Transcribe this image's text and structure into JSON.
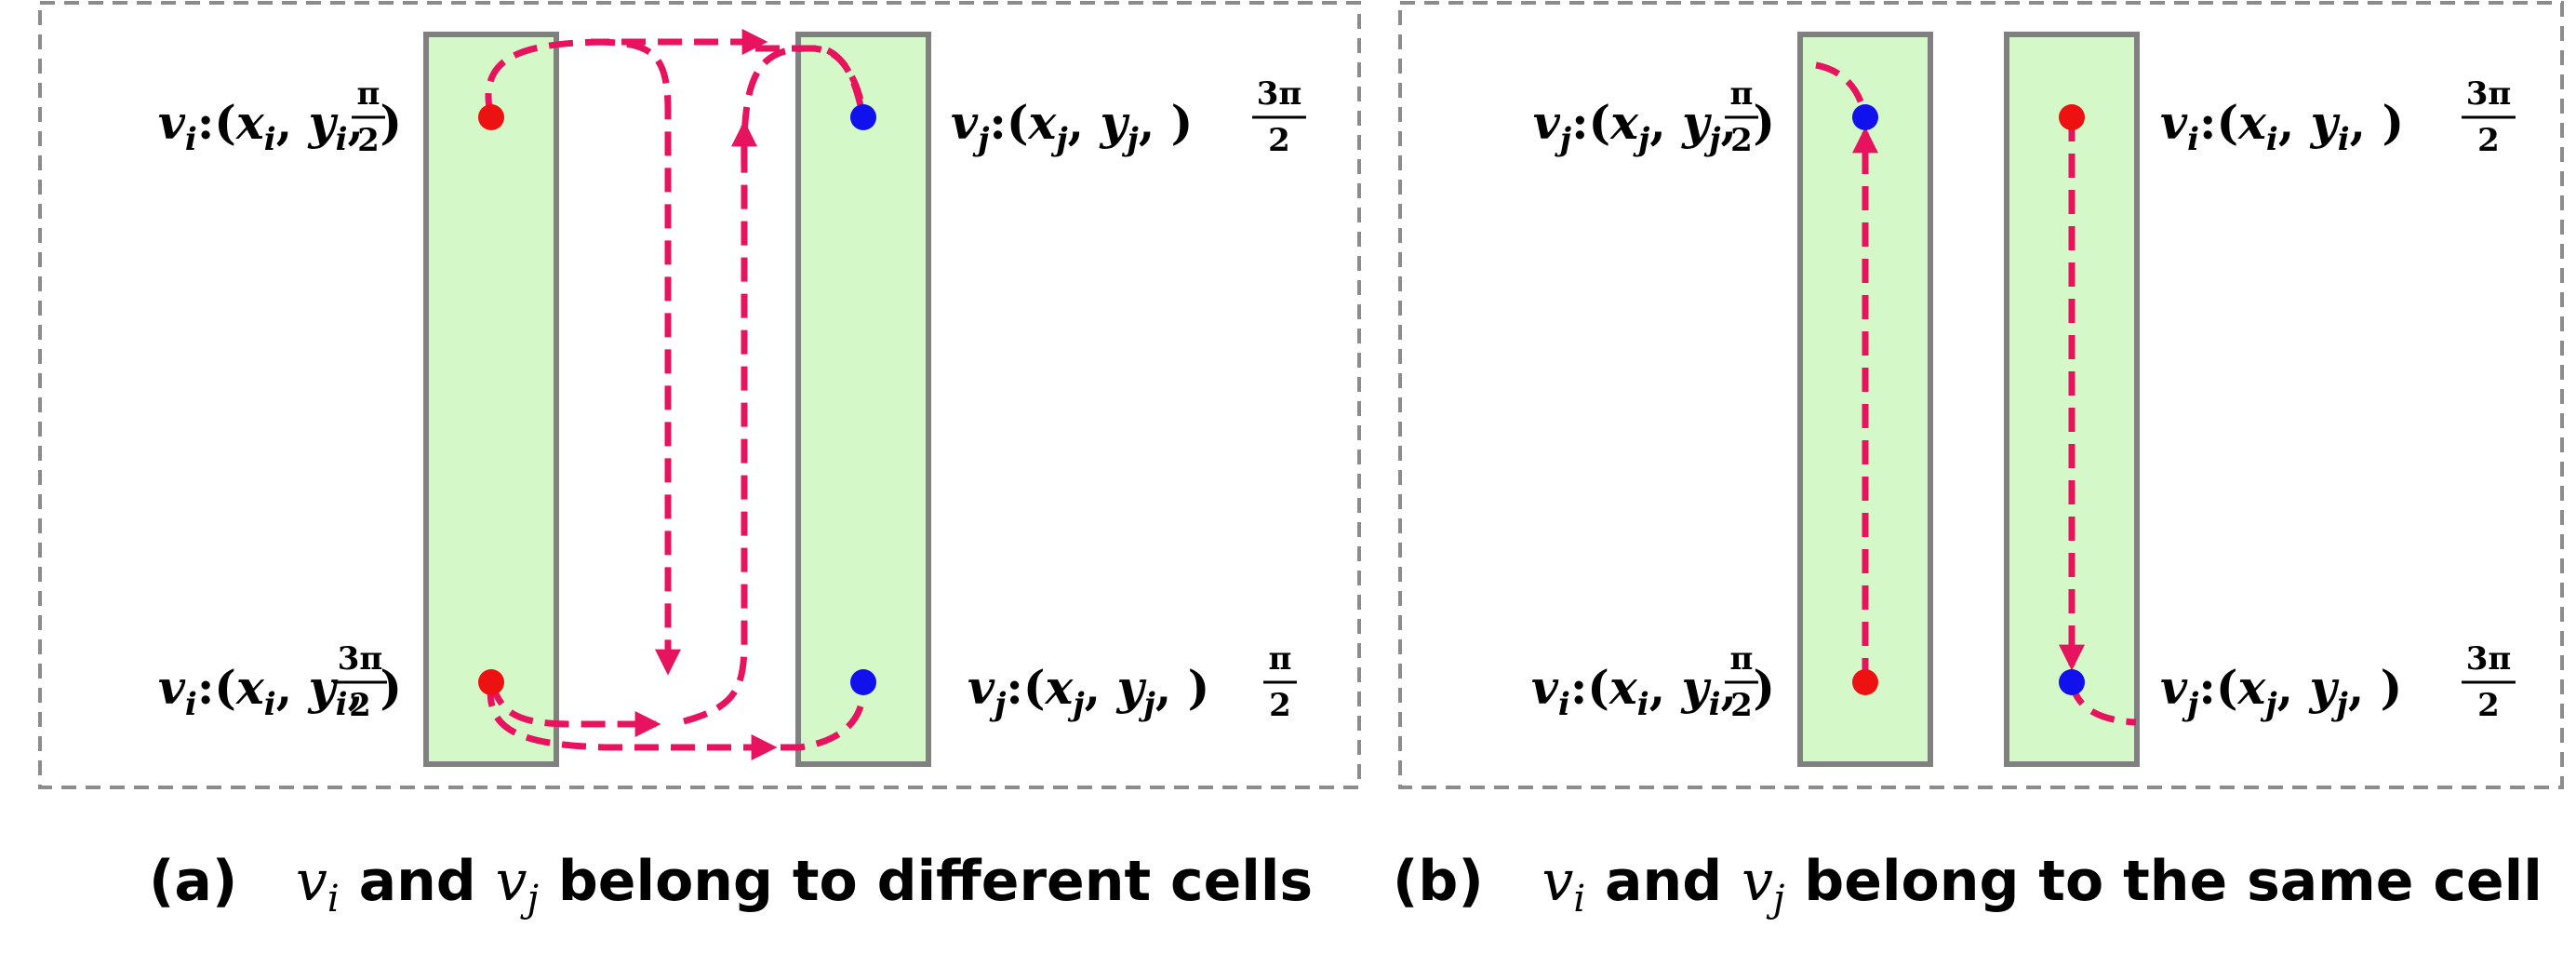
{
  "panels": {
    "a": {
      "caption": {
        "tag": "(a)",
        "var_i": "v",
        "sub_i": "i",
        "mid": " and ",
        "var_j": "v",
        "sub_j": "j",
        "tail": " belong to different cells"
      },
      "labels": {
        "top_left": {
          "var": "v",
          "sub": "i",
          "x": "x",
          "xs": "i",
          "y": "y",
          "ys": "i",
          "num": "π",
          "den": "2"
        },
        "bottom_left": {
          "var": "v",
          "sub": "i",
          "x": "x",
          "xs": "i",
          "y": "y",
          "ys": "i",
          "num": "3π",
          "den": "2"
        },
        "top_right": {
          "var": "v",
          "sub": "j",
          "x": "x",
          "xs": "j",
          "y": "y",
          "ys": "j",
          "num": "3π",
          "den": "2"
        },
        "bottom_right": {
          "var": "v",
          "sub": "j",
          "x": "x",
          "xs": "j",
          "y": "y",
          "ys": "j",
          "num": "π",
          "den": "2"
        }
      }
    },
    "b": {
      "caption": {
        "tag": "(b)",
        "var_i": "v",
        "sub_i": "i",
        "mid": " and ",
        "var_j": "v",
        "sub_j": "j",
        "tail": " belong to the same cell"
      },
      "labels": {
        "top_left": {
          "var": "v",
          "sub": "j",
          "x": "x",
          "xs": "j",
          "y": "y",
          "ys": "j",
          "num": "π",
          "den": "2"
        },
        "bottom_left": {
          "var": "v",
          "sub": "i",
          "x": "x",
          "xs": "i",
          "y": "y",
          "ys": "i",
          "num": "π",
          "den": "2"
        },
        "top_right": {
          "var": "v",
          "sub": "i",
          "x": "x",
          "xs": "i",
          "y": "y",
          "ys": "i",
          "num": "3π",
          "den": "2"
        },
        "bottom_right": {
          "var": "v",
          "sub": "j",
          "x": "x",
          "xs": "j",
          "y": "y",
          "ys": "j",
          "num": "3π",
          "den": "2"
        }
      }
    }
  },
  "colors": {
    "cell_fill": "#d5f8c9",
    "cell_stroke": "#808080",
    "frame_stroke": "#8c8c8c",
    "path": "#e8135e",
    "node_i": "#ee1111",
    "node_j": "#1111ee",
    "text": "#000000"
  }
}
